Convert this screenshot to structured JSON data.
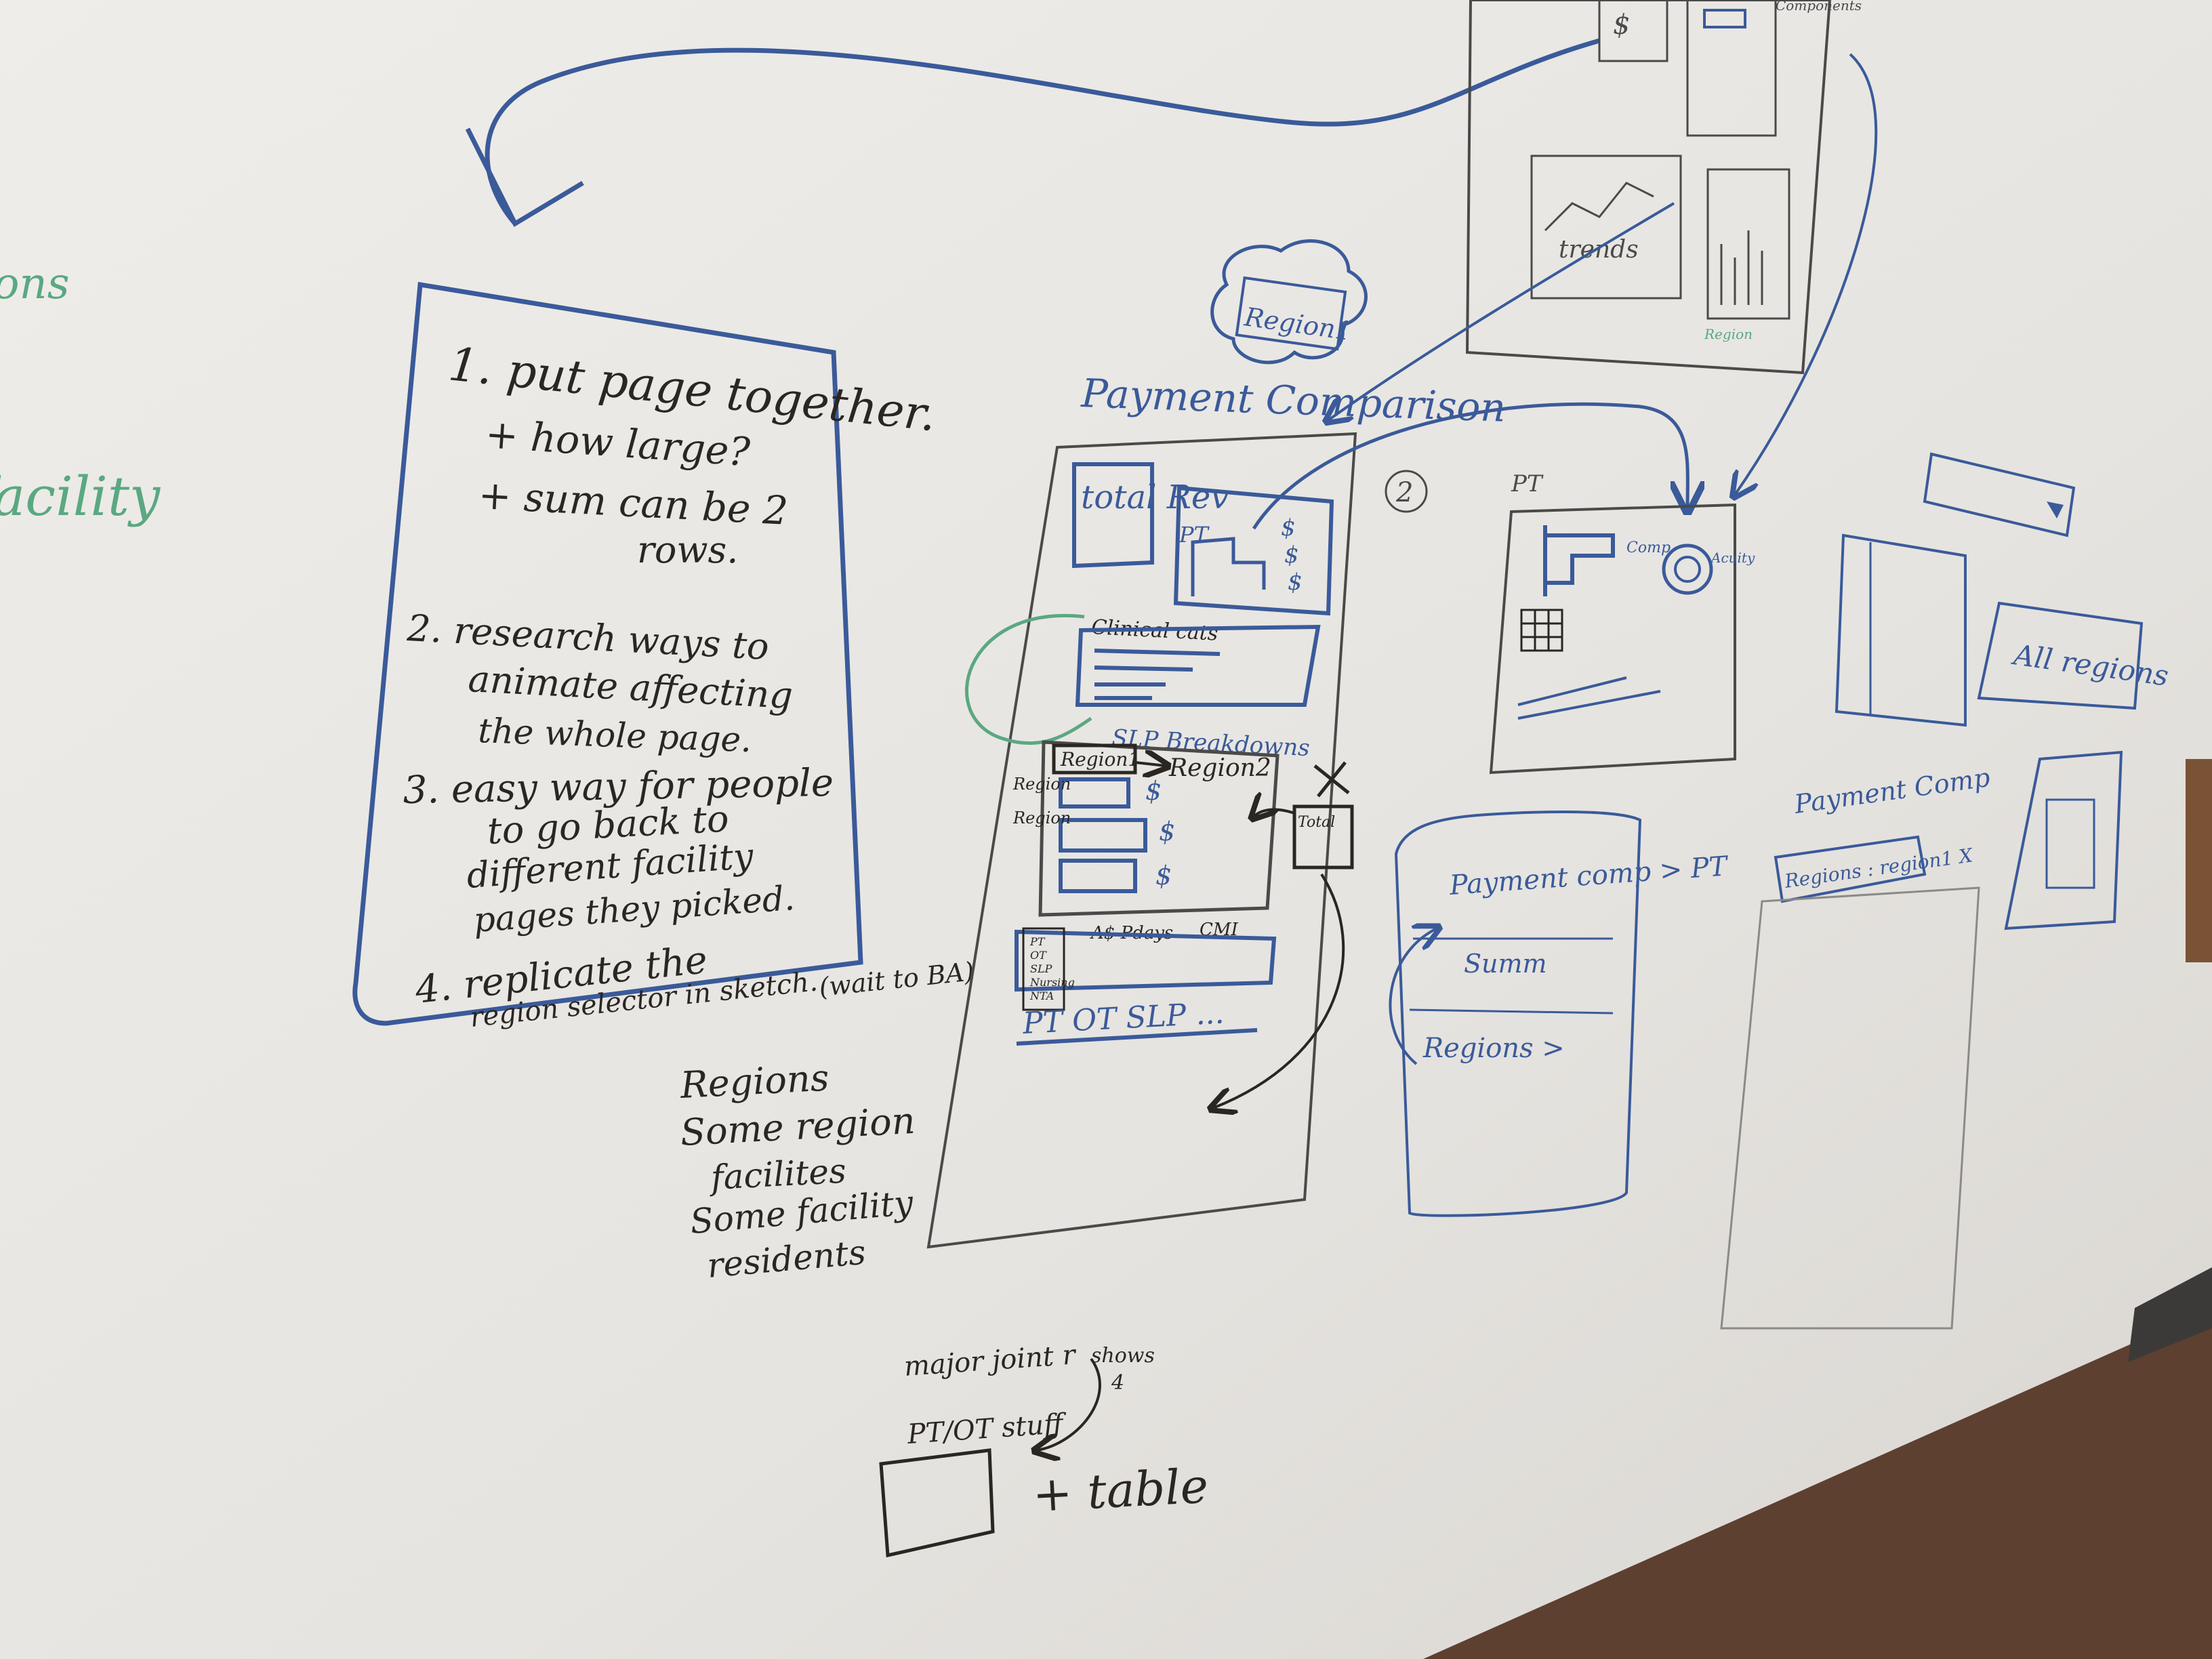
{
  "scene": {
    "subject": "whiteboard",
    "colors": {
      "board": "#e8e6e2",
      "black_marker": "#2a2622",
      "blue_marker": "#3a5a9a",
      "green_marker": "#5aa882",
      "floor": "#5e4030"
    }
  },
  "left_edge": {
    "fragment_top": "ons",
    "fragment_bottom": "facility"
  },
  "todo_list": {
    "item1_line1": "1. put page together.",
    "item1_line2": "+ how large?",
    "item1_line3": "+ sum can be 2",
    "item1_line4": "rows.",
    "item2_line1": "2. research ways to",
    "item2_line2": "animate affecting",
    "item2_line3": "the whole page.",
    "item3_line1": "3. easy way for people",
    "item3_line2": "to go back to",
    "item3_line3": "different facility",
    "item3_line4": "pages they picked.",
    "item4_line1": "4. replicate the",
    "item4_line2": "region selector in sketch.",
    "item4_note": "(wait to BA)"
  },
  "hierarchy_notes": {
    "line1": "Regions",
    "line2": "Some region",
    "line3": "facilites",
    "line4": "Some facility",
    "line5": "residents"
  },
  "bottom_notes": {
    "line1": "major joint r",
    "shows": "shows",
    "shows_count": "4",
    "line2": "PT/OT stuff",
    "table_label": "+ table"
  },
  "main_sketch": {
    "title": "Payment Comparison",
    "cloud_label": "Region1",
    "total_rev": "total Rev",
    "pt_label": "PT",
    "dollar": "$",
    "clinical_cats": "Clinical cats",
    "breakdowns": "SLP Breakdowns",
    "region_chip": "Region1",
    "region2": "Region2",
    "side_region_a": "Region",
    "side_region_b": "Region",
    "total": "Total",
    "pdays": "A$ Pdays",
    "cmi": "CMI",
    "disciplines": "PT  OT  SLP ...",
    "mini_list": [
      "PT",
      "OT",
      "SLP",
      "Nursing",
      "NTA"
    ]
  },
  "second_sketch": {
    "number": "2",
    "pt_arrow": "PT",
    "comp_label": "Comp",
    "acuity_label": "Acuity"
  },
  "top_sketch": {
    "dollar": "$",
    "components": "Components",
    "trends": "trends",
    "region_caption": "Region"
  },
  "mobile_sketch": {
    "breadcrumb": "Payment comp > PT",
    "summ": "Summ",
    "regions": "Regions >"
  },
  "right_sketch": {
    "all_regions": "All regions",
    "payment_comp": "Payment Comp",
    "region_filter": "Regions : region1 X"
  }
}
